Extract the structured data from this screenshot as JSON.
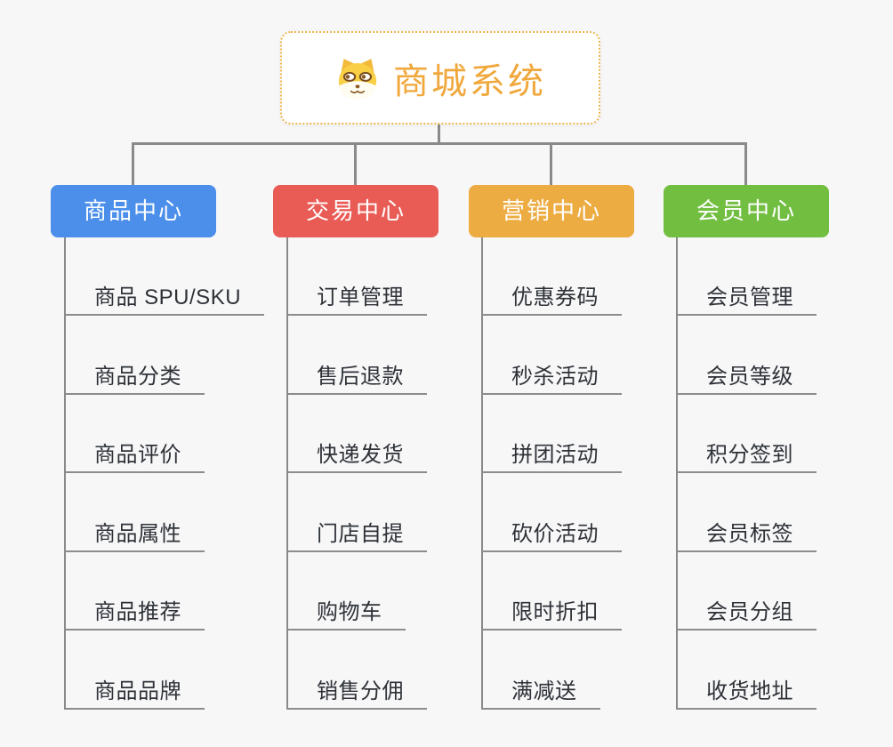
{
  "colors": {
    "background": "#F7F7F8",
    "connector": "#8A8A8A",
    "underline": "#8C8C8C",
    "leaf_text": "#2E3237"
  },
  "root": {
    "title": "商城系统",
    "icon": "dog-face-icon",
    "text_color": "#F0A83C",
    "border_color": "#EDB54F"
  },
  "branches": [
    {
      "label": "商品中心",
      "color": "#4B8FEA",
      "items": [
        "商品 SPU/SKU",
        "商品分类",
        "商品评价",
        "商品属性",
        "商品推荐",
        "商品品牌"
      ]
    },
    {
      "label": "交易中心",
      "color": "#E95B55",
      "items": [
        "订单管理",
        "售后退款",
        "快递发货",
        "门店自提",
        "购物车",
        "销售分佣"
      ]
    },
    {
      "label": "营销中心",
      "color": "#EDAC42",
      "items": [
        "优惠券码",
        "秒杀活动",
        "拼团活动",
        "砍价活动",
        "限时折扣",
        "满减送"
      ]
    },
    {
      "label": "会员中心",
      "color": "#72BE41",
      "items": [
        "会员管理",
        "会员等级",
        "积分签到",
        "会员标签",
        "会员分组",
        "收货地址"
      ]
    }
  ]
}
